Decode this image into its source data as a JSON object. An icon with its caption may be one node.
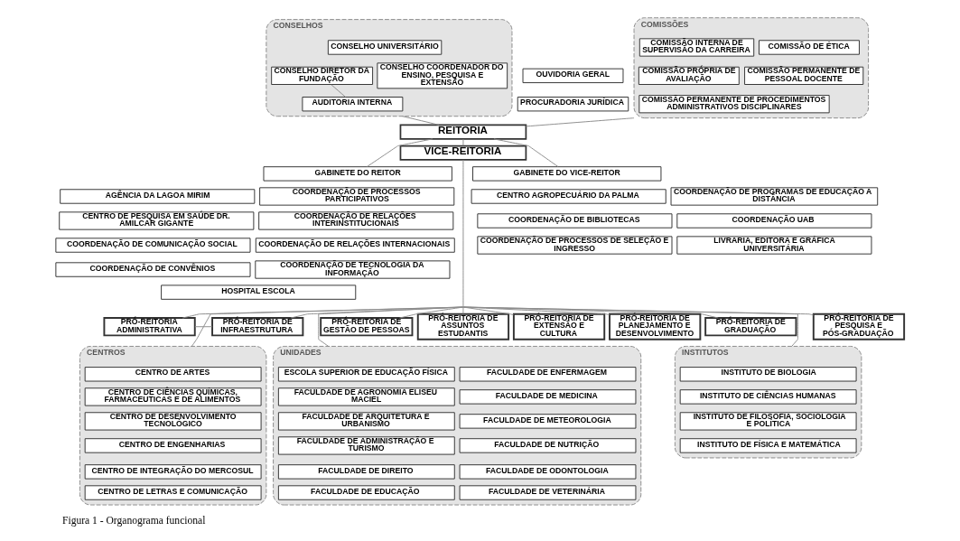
{
  "diagram": {
    "caption": "Figura 1 - Organograma funcional",
    "nodes": [
      {
        "text": [
          "CONSELHOS"
        ]
      },
      {
        "text": [
          "CONSELHO UNIVERSITÁRIO"
        ],
        "in": 0
      },
      {
        "text": [
          "CONSELHO COORDENADOR DO ENSINO, PESQUISA E EXTENSÃO"
        ],
        "in": 0
      },
      {
        "text": [
          "CONSELHO DIRETOR DA FUNDAÇÃO"
        ],
        "in": 0
      },
      {
        "text": [
          "AUDITORIA INTERNA"
        ],
        "in": 0
      },
      {
        "text": [
          "OUVIDORIA GERAL"
        ]
      },
      {
        "text": [
          "PROCURADORIA JURÍDICA"
        ]
      },
      {
        "text": [
          "COMISSÕES"
        ]
      },
      {
        "text": [
          "COMISSÃO DE ÉTICA"
        ],
        "in": 7
      },
      {
        "text": [
          "COMISSÃO INTERNA DE SUPERVISÃO DA CARREIRA"
        ],
        "in": 7
      },
      {
        "text": [
          "COMISSÃO PERMANENTE DE PESSOAL DOCENTE"
        ],
        "in": 7
      },
      {
        "text": [
          "COMISSÃO PRÓPRIA DE AVALIAÇÃO"
        ],
        "in": 7
      },
      {
        "text": [
          "COMISSÃO PERMANENTE DE PROCEDIMENTOS ADMINISTRATIVOS DISCIPLINARES"
        ],
        "in": 7
      },
      {
        "text": [
          "REITORIA"
        ]
      },
      {
        "text": [
          "VICE-REITORIA"
        ]
      },
      {
        "text": [
          "GABINETE DO REITOR"
        ]
      },
      {
        "text": [
          "GABINETE DO VICE-REITOR"
        ]
      },
      {
        "text": [
          "AGÊNCIA DA LAGOA MIRIM"
        ]
      },
      {
        "text": [
          "COORDENAÇÃO DE PROCESSOS PARTICIPATIVOS"
        ]
      },
      {
        "text": [
          "CENTRO DE PESQUISA EM SAÚDE DR. AMILCAR GIGANTE"
        ]
      },
      {
        "text": [
          "COORDENAÇÃO DE RELAÇÕES INTERINSTITUCIONAIS"
        ]
      },
      {
        "text": [
          "COORDENAÇÃO DE COMUNICAÇÃO SOCIAL"
        ]
      },
      {
        "text": [
          "COORDENAÇÃO DE RELAÇÕES INTERNACIONAIS"
        ]
      },
      {
        "text": [
          "COORDENAÇÃO DE CONVÊNIOS"
        ]
      },
      {
        "text": [
          "COORDENAÇÃO DE TECNOLOGIA DA INFORMAÇÃO"
        ]
      },
      {
        "text": [
          "HOSPITAL ESCOLA"
        ]
      },
      {
        "text": [
          "CENTRO AGROPECUÁRIO DA PALMA"
        ]
      },
      {
        "text": [
          "COORDENAÇÃO DE PROGRAMAS DE EDUCAÇÃO A DISTÂNCIA"
        ]
      },
      {
        "text": [
          "COORDENAÇÃO DE BIBLIOTECAS"
        ]
      },
      {
        "text": [
          "COORDENAÇÃO UAB"
        ]
      },
      {
        "text": [
          "COORDENAÇÃO DE PROCESSOS DE SELEÇÃO E INGRESSO"
        ]
      },
      {
        "text": [
          "LIVRARIA, EDITORA E GRÁFICA UNIVERSITÁRIA"
        ]
      },
      {
        "text": [
          "PRÓ-REITORIA ADMINISTRATIVA"
        ]
      },
      {
        "text": [
          "PRÓ-REITORIA DE INFRAESTRUTURA"
        ]
      },
      {
        "text": [
          "PRÓ-REITORIA DE ASSUNTOS ESTUDANTIS"
        ]
      },
      {
        "text": [
          "PRÓ-REITORIA DE EXTENSÃO E CULTURA"
        ]
      },
      {
        "text": [
          "PRÓ-REITORIA DE GESTÃO DE PESSOAS"
        ]
      },
      {
        "text": [
          "PRÓ-REITORIA DE GRADUAÇÃO"
        ]
      },
      {
        "text": [
          "PRÓ-REITORIA DE PLANEJAMENTO E DESENVOLVIMENTO"
        ]
      },
      {
        "text": [
          "PRÓ-REITORIA DE PESQUISA E PÓS-GRADUAÇÃO"
        ]
      },
      {
        "text": [
          "CENTROS"
        ]
      },
      {
        "text": [
          "CENTRO DE ARTES"
        ],
        "in": 40
      },
      {
        "text": [
          "CENTRO DE CIÊNCIAS QUÍMICAS, FARMACEUTICAS E DE ALIMENTOS"
        ],
        "in": 40
      },
      {
        "text": [
          "CENTRO DE DESENVOLVIMENTO TECNOLÓGICO"
        ],
        "in": 40
      },
      {
        "text": [
          "CENTRO DE ENGENHARIAS"
        ],
        "in": 40
      },
      {
        "text": [
          "CENTRO DE INTEGRAÇÃO DO MERCOSUL"
        ],
        "in": 40
      },
      {
        "text": [
          "CENTRO DE LETRAS E COMUNICAÇÃO"
        ],
        "in": 40
      },
      {
        "text": [
          "UNIDADES"
        ]
      },
      {
        "text": [
          "ESCOLA SUPERIOR DE EDUCAÇÃO FÍSICA"
        ],
        "in": 47
      },
      {
        "text": [
          "FACULDADE DE ENFERMAGEM"
        ],
        "in": 47
      },
      {
        "text": [
          "FACULDADE DE AGRONOMIA ELISEU MACIEL"
        ],
        "in": 47
      },
      {
        "text": [
          "FACULDADE DE MEDICINA"
        ],
        "in": 47
      },
      {
        "text": [
          "FACULDADE DE ARQUITETURA E URBANISMO"
        ],
        "in": 47
      },
      {
        "text": [
          "FACULDADE DE METEOROLOGIA"
        ],
        "in": 47
      },
      {
        "text": [
          "FACULDADE DE ADMINISTRAÇÃO E TURISMO"
        ],
        "in": 47
      },
      {
        "text": [
          "FACULDADE DE NUTRIÇÃO"
        ],
        "in": 47
      },
      {
        "text": [
          "FACULDADE DE DIREITO"
        ],
        "in": 47
      },
      {
        "text": [
          "FACULDADE DE ODONTOLOGIA"
        ],
        "in": 47
      },
      {
        "text": [
          "FACULDADE DE EDUCAÇÃO"
        ],
        "in": 47
      },
      {
        "text": [
          "FACULDADE DE VETERINÁRIA"
        ],
        "in": 47
      },
      {
        "text": [
          "INSTITUTOS"
        ]
      },
      {
        "text": [
          "INSTITUTO DE BIOLOGIA"
        ],
        "in": 60
      },
      {
        "text": [
          "INSTITUTO DE CIÊNCIAS HUMANAS"
        ],
        "in": 60
      },
      {
        "text": [
          "INSTITUTO DE FILOSOFIA, SOCIOLOGIA E POLÍTICA"
        ],
        "in": 60
      },
      {
        "text": [
          "INSTITUTO DE FÍSICA E MATEMÁTICA"
        ],
        "in": 60
      }
    ],
    "edges": [
      {
        "from": 13,
        "to": 0,
        "arrow": "none"
      },
      {
        "from": 13,
        "to": 7,
        "arrow": "none"
      },
      {
        "from": 3,
        "to": 4,
        "arrow": "none"
      },
      {
        "from": 13,
        "to": 15,
        "arrow": "none"
      },
      {
        "from": 13,
        "to": 14,
        "arrow": "none"
      },
      {
        "from": 13,
        "to": 16,
        "arrow": "none"
      },
      {
        "from": 14,
        "to": 32,
        "arrow": "none"
      },
      {
        "from": 14,
        "to": 33,
        "arrow": "none"
      },
      {
        "from": 14,
        "to": 40,
        "arrow": "none"
      },
      {
        "from": 14,
        "to": 34,
        "arrow": "none"
      },
      {
        "from": 14,
        "to": 35,
        "arrow": "none"
      },
      {
        "from": 14,
        "to": 36,
        "arrow": "none"
      },
      {
        "from": 14,
        "to": 47,
        "arrow": "none"
      },
      {
        "from": 14,
        "to": 37,
        "arrow": "none"
      },
      {
        "from": 14,
        "to": 38,
        "arrow": "none"
      },
      {
        "from": 14,
        "to": 60,
        "arrow": "none"
      },
      {
        "from": 14,
        "to": 39,
        "arrow": "none"
      },
      {
        "from": 32,
        "to": 33,
        "arrow": "none"
      }
    ]
  }
}
